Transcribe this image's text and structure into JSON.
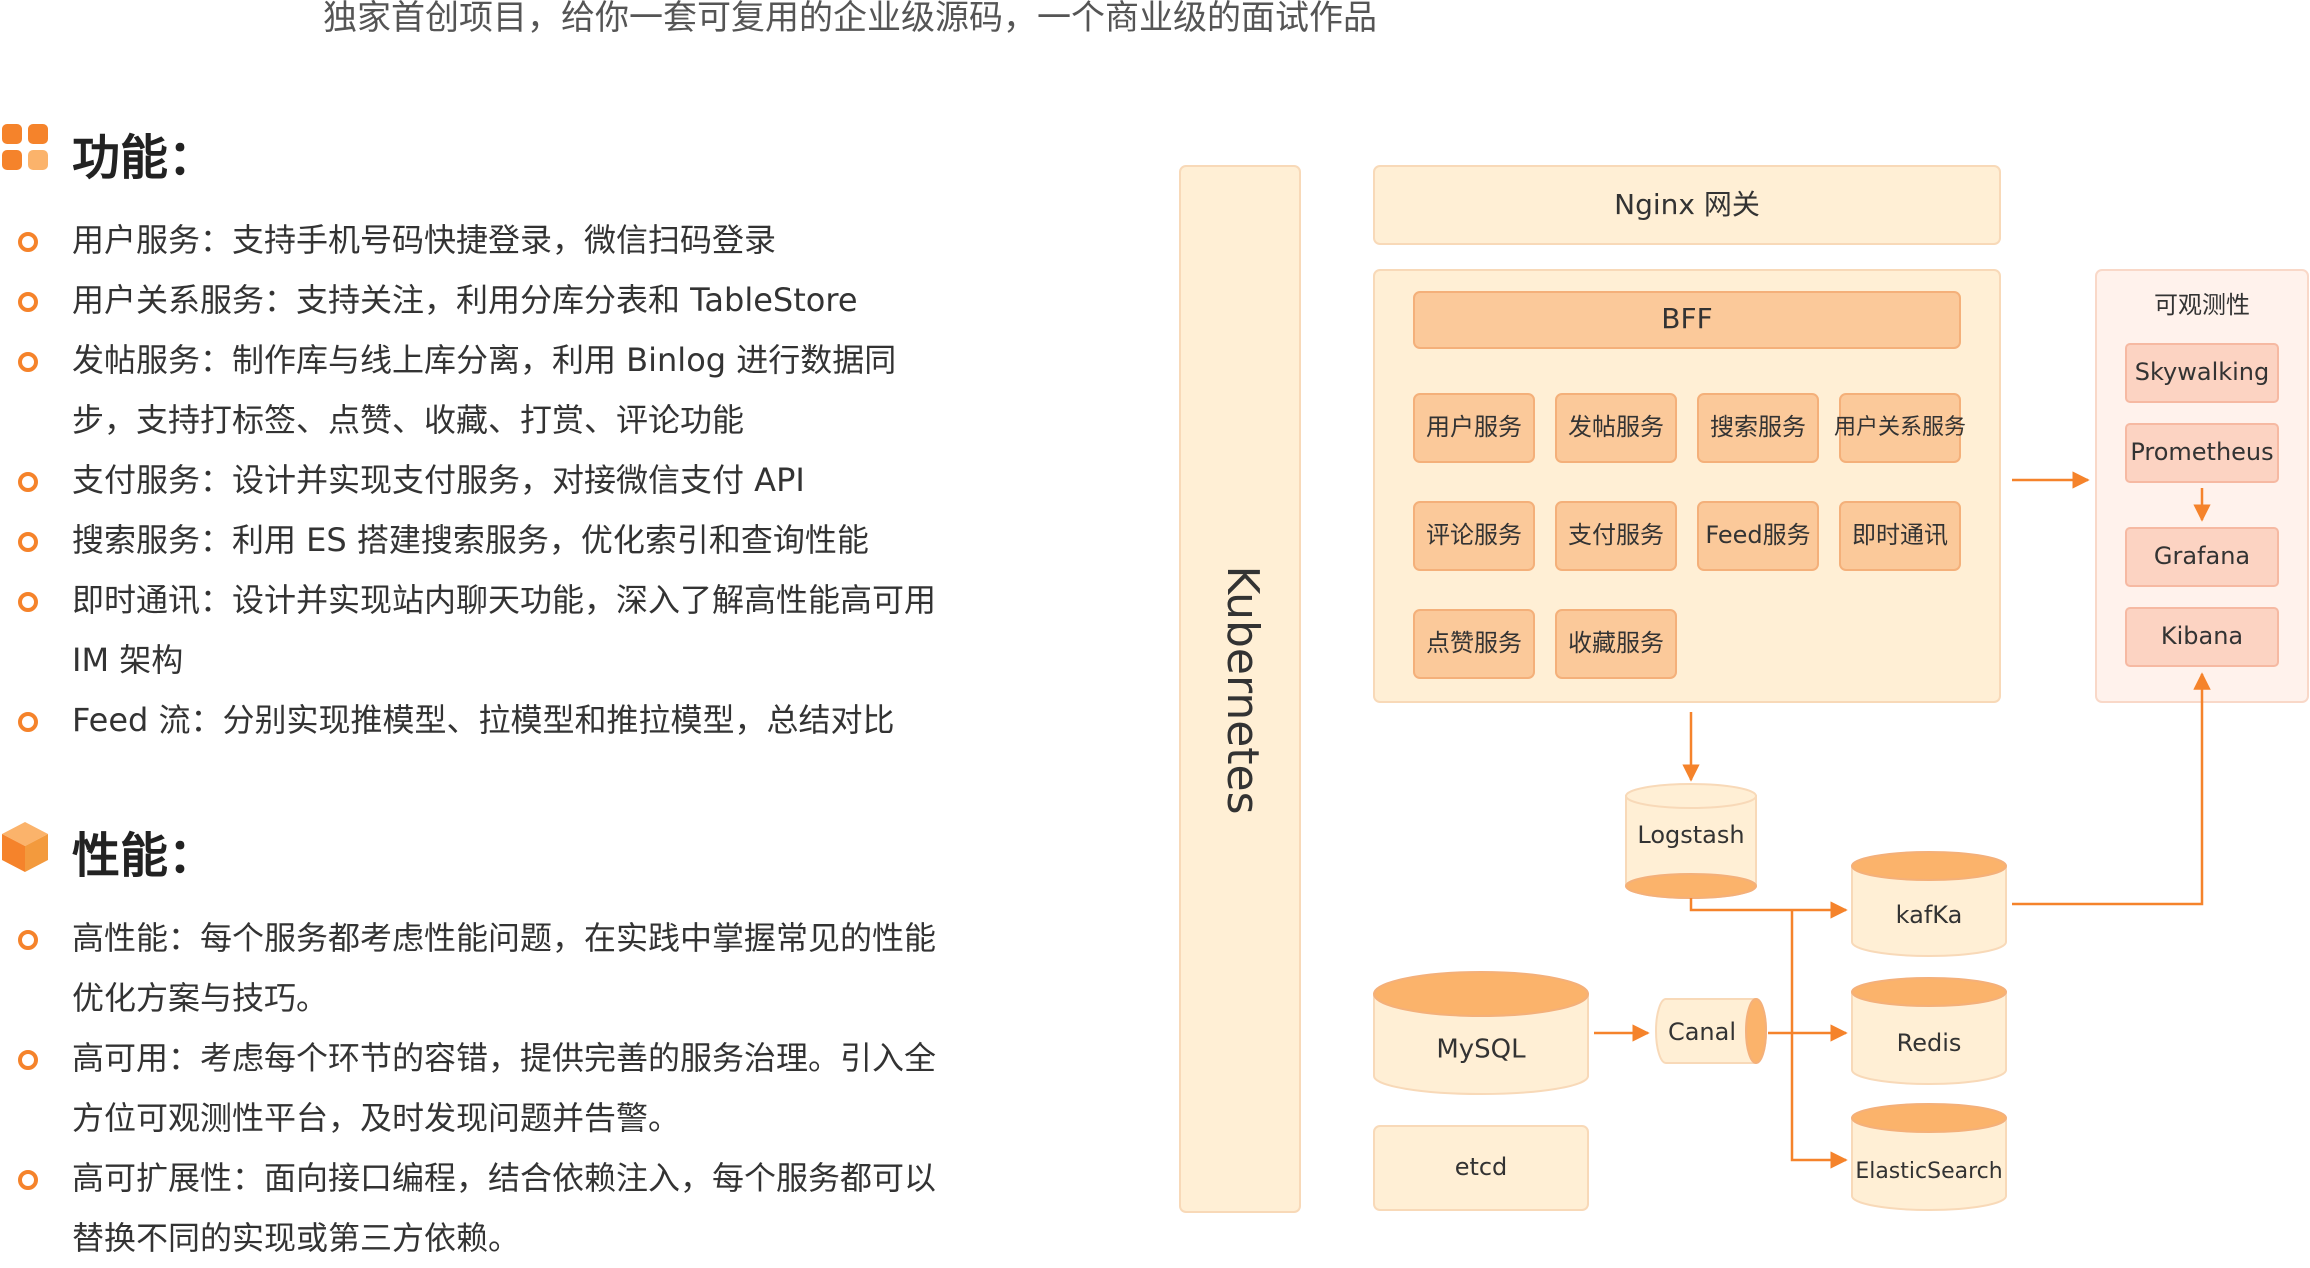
{
  "subtitle": "独家首创项目，给你一套可复用的企业级源码，一个商业级的面试作品",
  "colors": {
    "accent": "#F5832B",
    "box_light": "#FFEFD5",
    "box_mid": "#FBC99A",
    "obs_bg": "#FFF2EC",
    "obs_item": "#FCD3C2"
  },
  "features": {
    "icon": "grid-icon",
    "title": "功能：",
    "items": [
      "用户服务：支持手机号码快捷登录，微信扫码登录",
      "用户关系服务：支持关注，利用分库分表和 TableStore",
      "发帖服务：制作库与线上库分离，利用 Binlog 进行数据同步，支持打标签、点赞、收藏、打赏、评论功能",
      "支付服务：设计并实现支付服务，对接微信支付 API",
      "搜索服务：利用 ES 搭建搜索服务，优化索引和查询性能",
      "即时通讯：设计并实现站内聊天功能，深入了解高性能高可用 IM 架构",
      "Feed 流：分别实现推模型、拉模型和推拉模型，总结对比"
    ]
  },
  "performance": {
    "icon": "cube-icon",
    "title": "性能：",
    "items": [
      "高性能：每个服务都考虑性能问题，在实践中掌握常见的性能优化方案与技巧。",
      "高可用：考虑每个环节的容错，提供完善的服务治理。引入全方位可观测性平台，及时发现问题并告警。",
      "高可扩展性：面向接口编程，结合依赖注入，每个服务都可以替换不同的实现或第三方依赖。"
    ]
  },
  "diagram": {
    "kubernetes": "Kubernetes",
    "nginx": "Nginx 网关",
    "bff": "BFF",
    "services": [
      "用户服务",
      "发帖服务",
      "搜索服务",
      "用户关系服务",
      "评论服务",
      "支付服务",
      "Feed服务",
      "即时通讯",
      "点赞服务",
      "收藏服务"
    ],
    "observability": {
      "title": "可观测性",
      "items": [
        "Skywalking",
        "Prometheus",
        "Grafana",
        "Kibana"
      ]
    },
    "logstash": "Logstash",
    "kafka": "kafKa",
    "redis": "Redis",
    "elasticsearch": "ElasticSearch",
    "mysql": "MySQL",
    "canal": "Canal",
    "etcd": "etcd"
  }
}
